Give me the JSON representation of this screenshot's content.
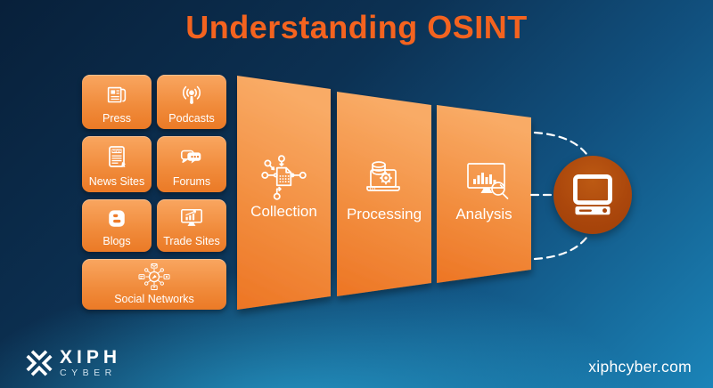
{
  "title": "Understanding OSINT",
  "sources": {
    "tiles": [
      {
        "label": "Press",
        "icon": "newspaper-icon"
      },
      {
        "label": "Podcasts",
        "icon": "podcast-icon"
      },
      {
        "label": "News Sites",
        "icon": "news-tablet-icon",
        "icon_text": "NEWS"
      },
      {
        "label": "Forums",
        "icon": "speech-bubbles-icon"
      },
      {
        "label": "Blogs",
        "icon": "blogger-icon"
      },
      {
        "label": "Trade Sites",
        "icon": "trade-chart-icon"
      },
      {
        "label": "Social Networks",
        "icon": "social-network-icon"
      }
    ]
  },
  "funnel": {
    "stages": [
      {
        "label": "Collection",
        "icon": "data-collection-icon"
      },
      {
        "label": "Processing",
        "icon": "data-processing-icon"
      },
      {
        "label": "Analysis",
        "icon": "data-analysis-icon"
      }
    ]
  },
  "output": {
    "icon": "desktop-computer-icon"
  },
  "footer": {
    "brand_top": "XIPH",
    "brand_bottom": "CYBER",
    "website": "xiphcyber.com"
  },
  "colors": {
    "accent_orange": "#f4631f",
    "panel_orange_light": "#f9ab66",
    "panel_orange_dark": "#ed7524",
    "circle_orange": "#a8450b",
    "background_dark": "#08203a",
    "background_light": "#1b84b8"
  }
}
